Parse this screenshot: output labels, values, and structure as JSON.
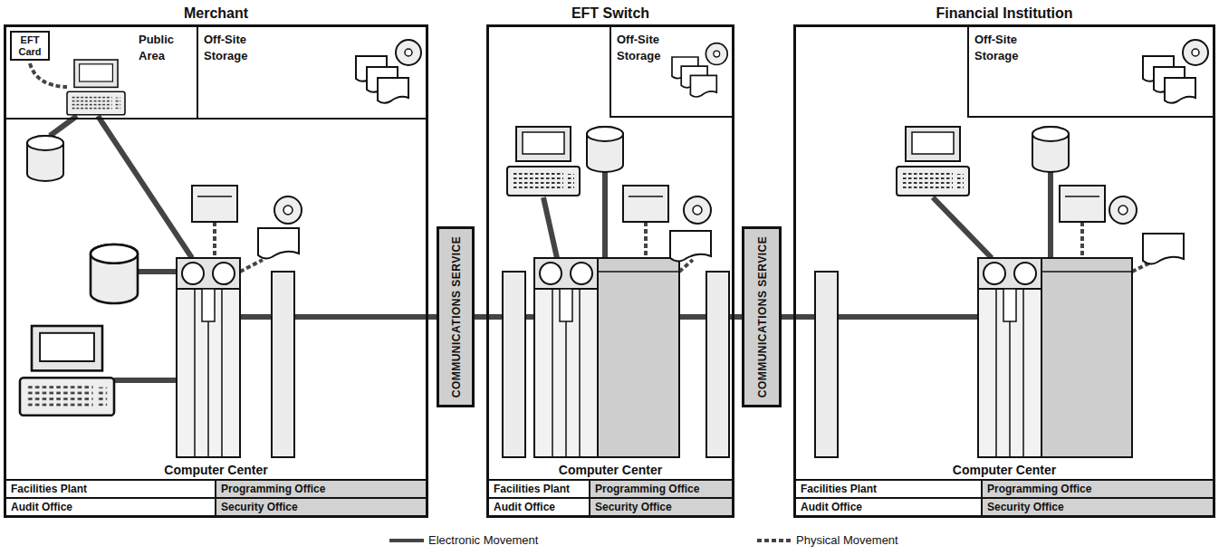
{
  "diagram": {
    "nodes": [
      {
        "text": [
          "Merchant"
        ]
      },
      {
        "text": [
          "Public Area"
        ],
        "in": 0
      },
      {
        "text": [
          "EFT Card"
        ],
        "in": 1
      },
      {
        "text": [
          "Off-Site Storage"
        ],
        "in": 0
      },
      {
        "text": [
          "Computer Center"
        ],
        "in": 0
      },
      {
        "text": [
          "Facilities Plant"
        ],
        "in": 0
      },
      {
        "text": [
          "Programming Office"
        ],
        "in": 0
      },
      {
        "text": [
          "Audit Office"
        ],
        "in": 0
      },
      {
        "text": [
          "Security Office"
        ],
        "in": 0
      },
      {
        "text": [
          "COMMUNICATIONS SERVICE"
        ]
      },
      {
        "text": [
          "EFT Switch"
        ]
      },
      {
        "text": [
          "Off-Site Storage"
        ],
        "in": 10
      },
      {
        "text": [
          "Computer Center"
        ],
        "in": 10
      },
      {
        "text": [
          "Facilities Plant"
        ],
        "in": 10
      },
      {
        "text": [
          "Programming Office"
        ],
        "in": 10
      },
      {
        "text": [
          "Audit Office"
        ],
        "in": 10
      },
      {
        "text": [
          "Security Office"
        ],
        "in": 10
      },
      {
        "text": [
          "COMMUNICATIONS SERVICE"
        ]
      },
      {
        "text": [
          "Financial Institution"
        ]
      },
      {
        "text": [
          "Off-Site Storage"
        ],
        "in": 18
      },
      {
        "text": [
          "Computer Center"
        ],
        "in": 18
      },
      {
        "text": [
          "Facilities Plant"
        ],
        "in": 18
      },
      {
        "text": [
          "Programming Office"
        ],
        "in": 18
      },
      {
        "text": [
          "Audit Office"
        ],
        "in": 18
      },
      {
        "text": [
          "Security Office"
        ],
        "in": 18
      }
    ],
    "edges": [
      {
        "from": 4,
        "to": 9,
        "arrow": "none"
      },
      {
        "from": 9,
        "to": 12,
        "arrow": "none"
      },
      {
        "from": 12,
        "to": 17,
        "arrow": "none"
      },
      {
        "from": 17,
        "to": 20,
        "arrow": "none"
      }
    ],
    "legend": [
      {
        "text": "Electronic Movement"
      },
      {
        "text": "Physical Movement"
      }
    ]
  }
}
